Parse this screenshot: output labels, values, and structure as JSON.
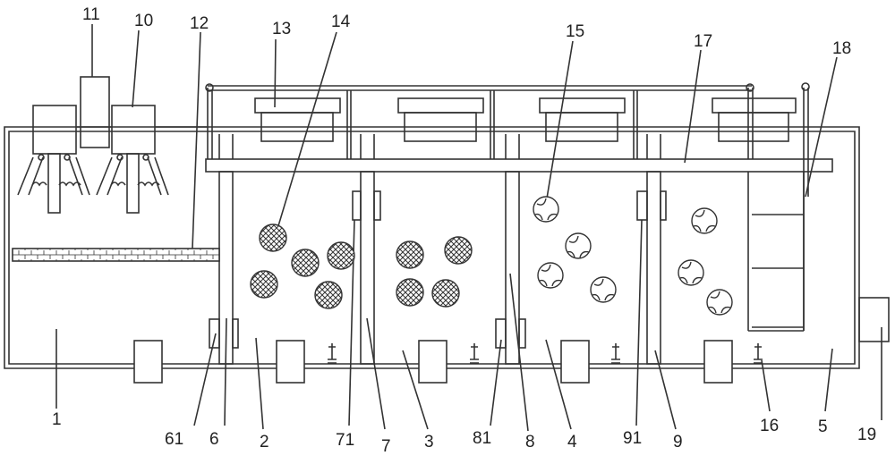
{
  "colors": {
    "line": "#333333",
    "background": "#ffffff"
  },
  "labels": {
    "l1": "1",
    "l2": "2",
    "l3": "3",
    "l4": "4",
    "l5": "5",
    "l6": "6",
    "l7": "7",
    "l8": "8",
    "l9": "9",
    "l10": "10",
    "l11": "11",
    "l12": "12",
    "l13": "13",
    "l14": "14",
    "l15": "15",
    "l16": "16",
    "l17": "17",
    "l18": "18",
    "l19": "19",
    "l61": "61",
    "l71": "71",
    "l81": "81",
    "l91": "91"
  }
}
